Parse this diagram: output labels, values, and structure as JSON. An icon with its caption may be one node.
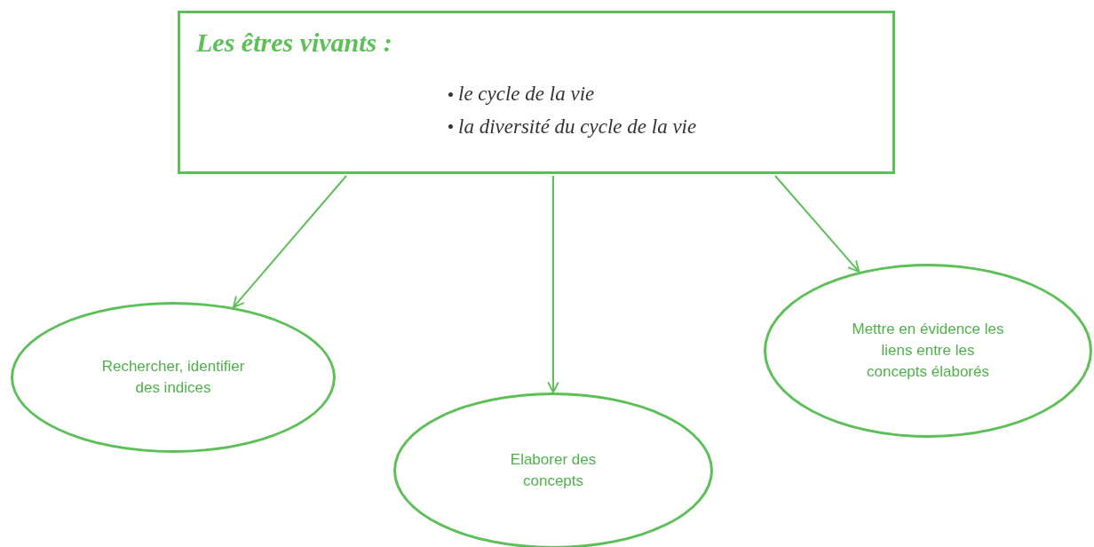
{
  "diagram": {
    "nodes": [
      {
        "text": [
          "Les êtres vivants :",
          "le cycle de la vie",
          "la diversité du cycle de la vie"
        ]
      },
      {
        "text": [
          "Rechercher, identifier des indices"
        ]
      },
      {
        "text": [
          "Elaborer des concepts"
        ]
      },
      {
        "text": [
          "Mettre en évidence les liens entre les concepts élaborés"
        ]
      }
    ],
    "edges": [
      {
        "from": 0,
        "to": 1,
        "arrow": "to"
      },
      {
        "from": 0,
        "to": 2,
        "arrow": "to"
      },
      {
        "from": 0,
        "to": 3,
        "arrow": "to"
      }
    ]
  }
}
